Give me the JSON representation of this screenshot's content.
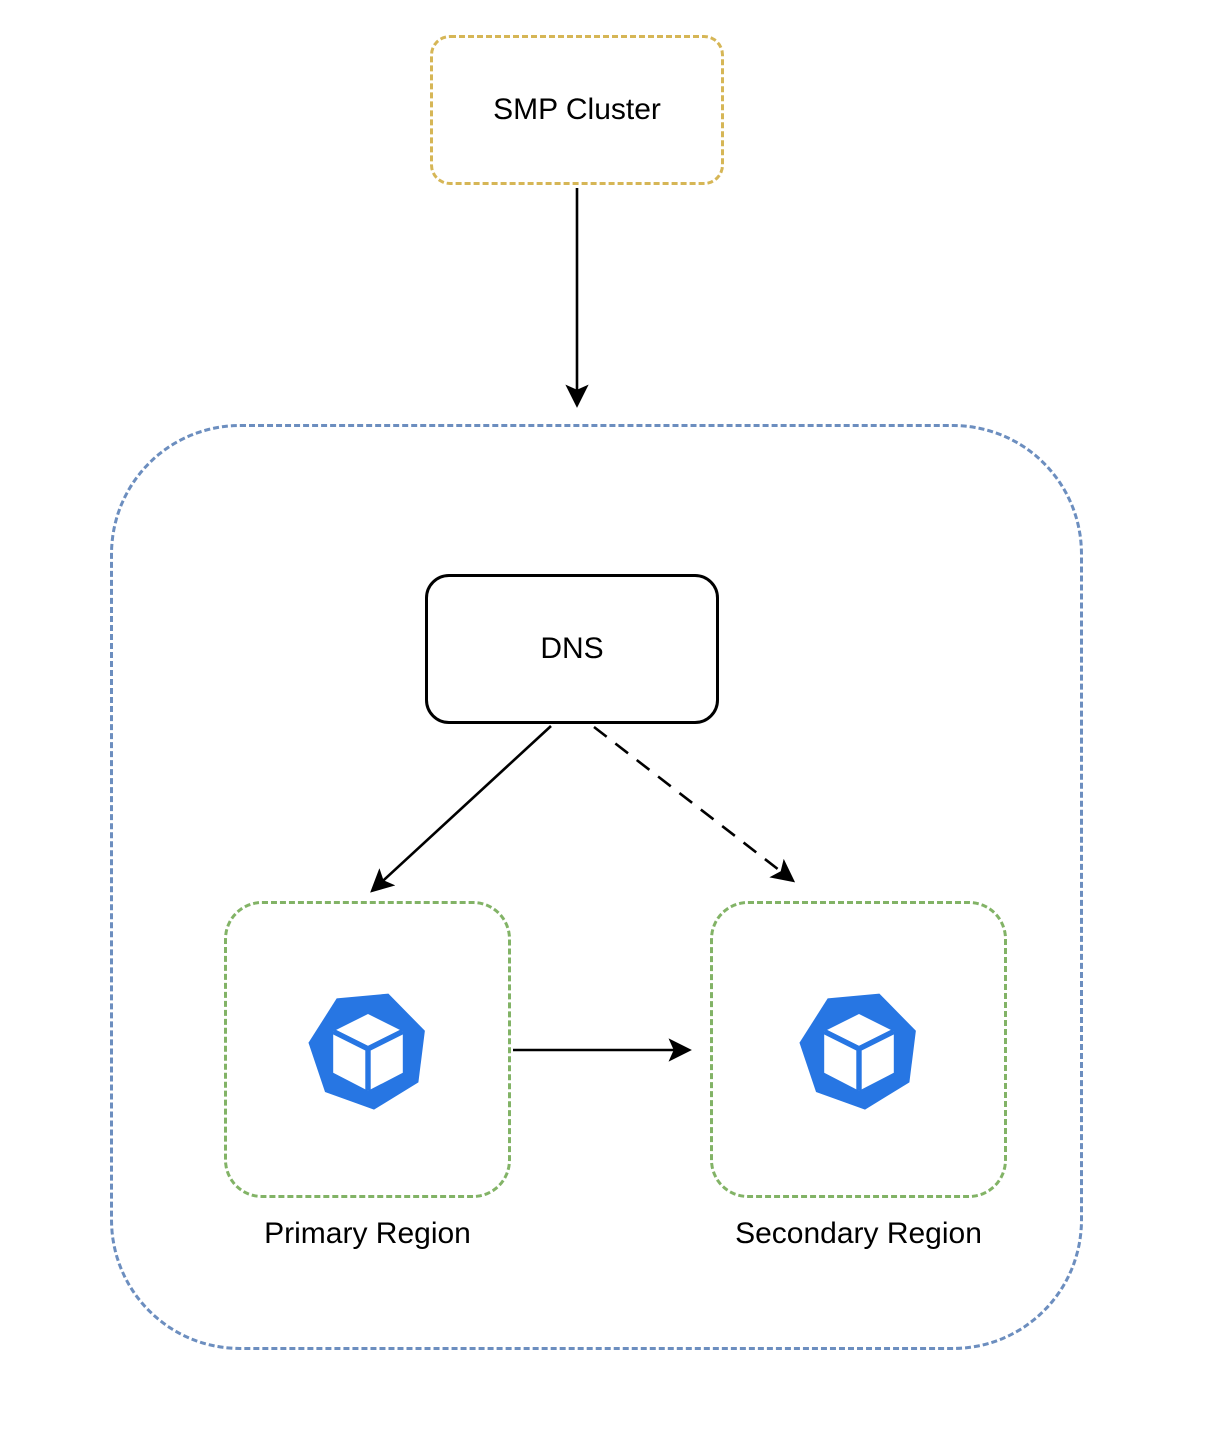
{
  "diagram": {
    "nodes": {
      "smp_cluster": {
        "label": "SMP Cluster"
      },
      "dns": {
        "label": "DNS"
      },
      "primary_region": {
        "label": "Primary Region"
      },
      "secondary_region": {
        "label": "Secondary Region"
      }
    },
    "edges": [
      {
        "from": "SMP Cluster",
        "to": "DNS group",
        "style": "solid"
      },
      {
        "from": "DNS",
        "to": "Primary Region",
        "style": "solid"
      },
      {
        "from": "DNS",
        "to": "Secondary Region",
        "style": "dashed"
      },
      {
        "from": "Primary Region",
        "to": "Secondary Region",
        "style": "solid"
      }
    ],
    "icons": {
      "primary_region": "workload-cube-heptagon-icon",
      "secondary_region": "workload-cube-heptagon-icon"
    },
    "colors": {
      "smp_cluster_border": "#d6b656",
      "outer_group_border": "#6c8ebf",
      "region_border": "#82b366",
      "dns_border": "#000000",
      "arrow": "#000000",
      "icon_fill": "#2776e3",
      "icon_cube": "#ffffff",
      "text": "#000000",
      "background": "#ffffff"
    }
  }
}
